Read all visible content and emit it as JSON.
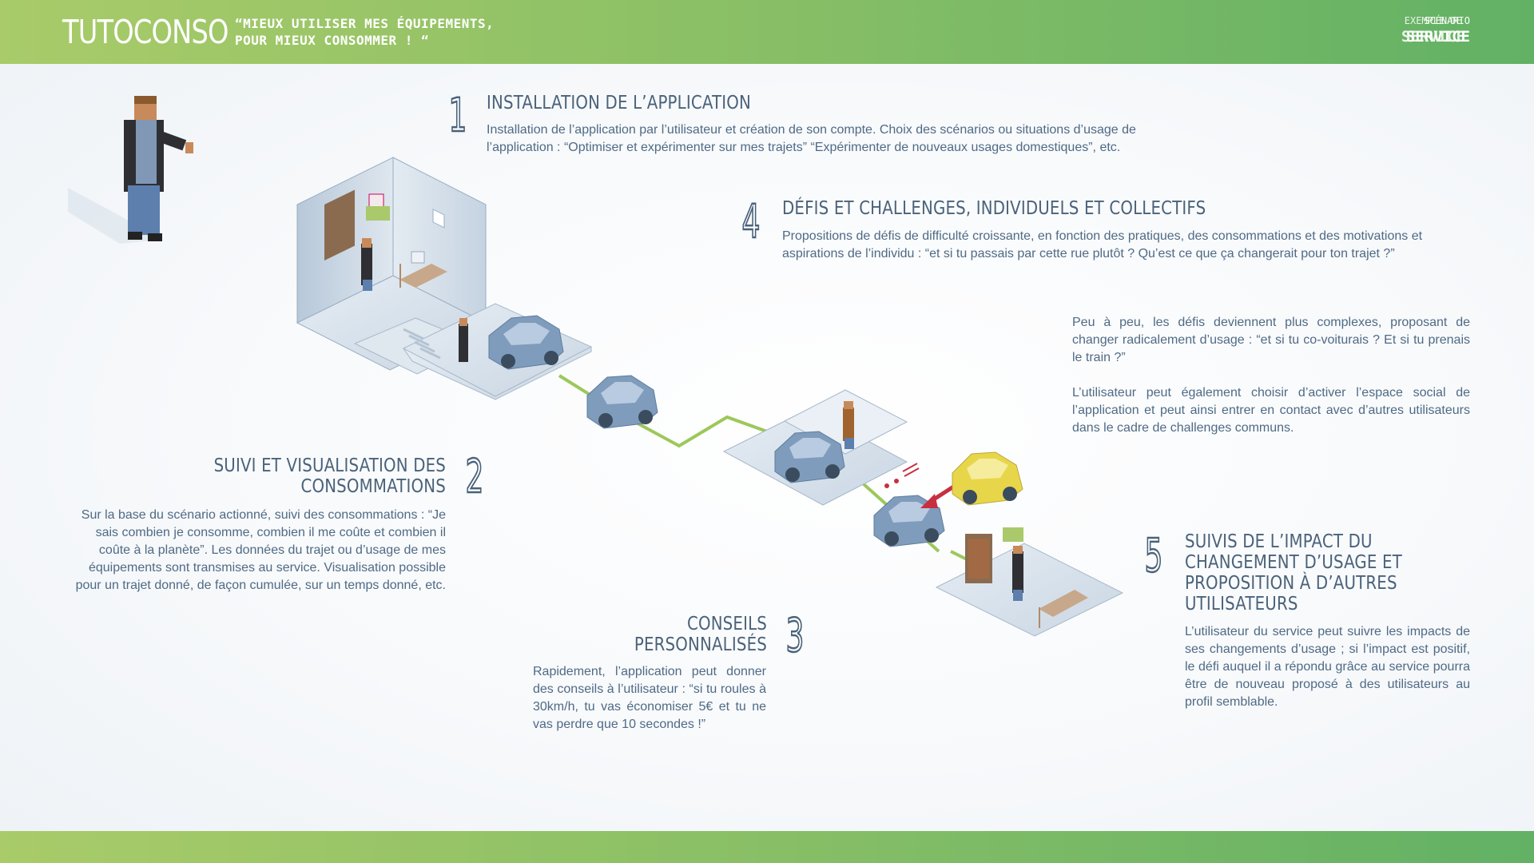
{
  "header": {
    "logo": "TUTOCONSO",
    "tagline_line1": "“MIEUX UTILISER MES ÉQUIPEMENTS,",
    "tagline_line2": "POUR MIEUX CONSOMMER ! “",
    "tag_small_a": "EXEMPLE DE",
    "tag_small_b": "SCÉNARIO",
    "tag_big_a": "SERVICE",
    "tag_big_b": "SERVICE"
  },
  "steps": [
    {
      "number": "1",
      "title": "INSTALLATION DE L’APPLICATION",
      "text": "Installation de l’application par l’utilisateur et création de son compte. Choix des scénarios ou situations d’usage de l’application : “Optimiser et expérimenter sur mes trajets” “Expérimenter de nouveaux usages domestiques”, etc."
    },
    {
      "number": "2",
      "title_line1": "SUIVI ET VISUALISATION DES",
      "title_line2": "CONSOMMATIONS",
      "text": "Sur la base du scénario actionné, suivi des consommations : “Je sais combien je consomme, combien il me coûte et combien il coûte à la planète”. Les données du trajet ou d’usage de mes équipements sont transmises au service. Visualisation possible pour un trajet donné, de façon cumulée, sur un temps donné, etc."
    },
    {
      "number": "3",
      "title_line1": "CONSEILS",
      "title_line2": "PERSONNALISÉS",
      "text": "Rapidement, l’application peut donner des conseils à l’utilisateur : “si tu roules à 30km/h, tu vas économiser 5€ et tu ne vas perdre que 10 secondes !”"
    },
    {
      "number": "4",
      "title": "DÉFIS ET CHALLENGES, INDIVIDUELS ET COLLECTIFS",
      "text": "Propositions de défis de difficulté croissante, en fonction des pratiques, des consommations et des motivations et aspirations de l’individu : “et si tu passais par cette rue plutôt ? Qu’est ce que ça changerait pour ton trajet ?”",
      "extra_p1": "Peu à peu, les défis deviennent plus complexes, proposant de changer radicalement d’usage : “et si tu co-voiturais ? Et si tu prenais le train ?”",
      "extra_p2": "L’utilisateur peut également choisir d’activer l’espace social de l’application et peut ainsi entrer en contact avec d’autres utilisateurs dans le cadre de challenges communs."
    },
    {
      "number": "5",
      "title_line1": "SUIVIS DE L’IMPACT DU",
      "title_line2": "CHANGEMENT D’USAGE ET",
      "title_line3": "PROPOSITION À D’AUTRES",
      "title_line4": "UTILISATEURS",
      "text": "L’utilisateur du service peut suivre les impacts de ses changements d’usage ; si l’impact est positif, le défi auquel il a répondu grâce au service pourra être de nouveau proposé à des utilisateurs au profil semblable."
    }
  ],
  "colors": {
    "accent_green": "#8cc066",
    "text_blue": "#4a627a",
    "car_blue": "#7f9cbc",
    "car_yellow": "#e8d64a",
    "arrow_red": "#c63040"
  }
}
